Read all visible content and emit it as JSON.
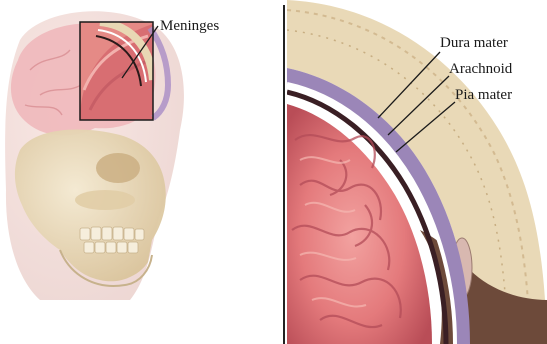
{
  "labels": {
    "overview": "Meninges",
    "layers": [
      "Dura mater",
      "Arachnoid",
      "Pia mater"
    ]
  },
  "colors": {
    "background": "#ffffff",
    "brain_tissue": "#e0707a",
    "skull_bone": "#e6d6b4",
    "dura": "#9b86b8",
    "leader_lines": "#1a1a1a"
  }
}
